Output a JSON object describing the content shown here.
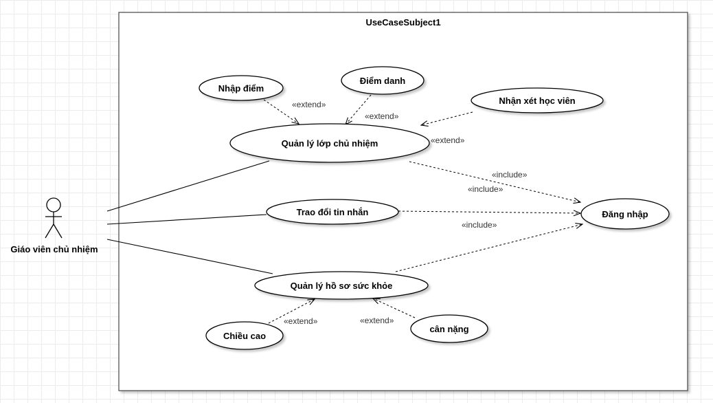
{
  "subject": {
    "title": "UseCaseSubject1"
  },
  "actor": {
    "name": "Giáo viên chủ nhiệm"
  },
  "use_cases": {
    "manage_class": "Quản lý lớp chủ nhiệm",
    "enter_grades": "Nhập điểm",
    "attendance": "Điểm danh",
    "student_comment": "Nhận xét học viên",
    "messaging": "Trao đổi tin nhắn",
    "health_records": "Quản lý hồ sơ sức khỏe",
    "height": "Chiều cao",
    "weight": "cân nặng",
    "login": "Đăng nhập"
  },
  "relations": {
    "extend_enter_grades": "«extend»",
    "extend_attendance": "«extend»",
    "extend_student_comment": "«extend»",
    "extend_height": "«extend»",
    "extend_weight": "«extend»",
    "include_manage_class": "«include»",
    "include_messaging": "«include»",
    "include_health_records": "«include»"
  }
}
